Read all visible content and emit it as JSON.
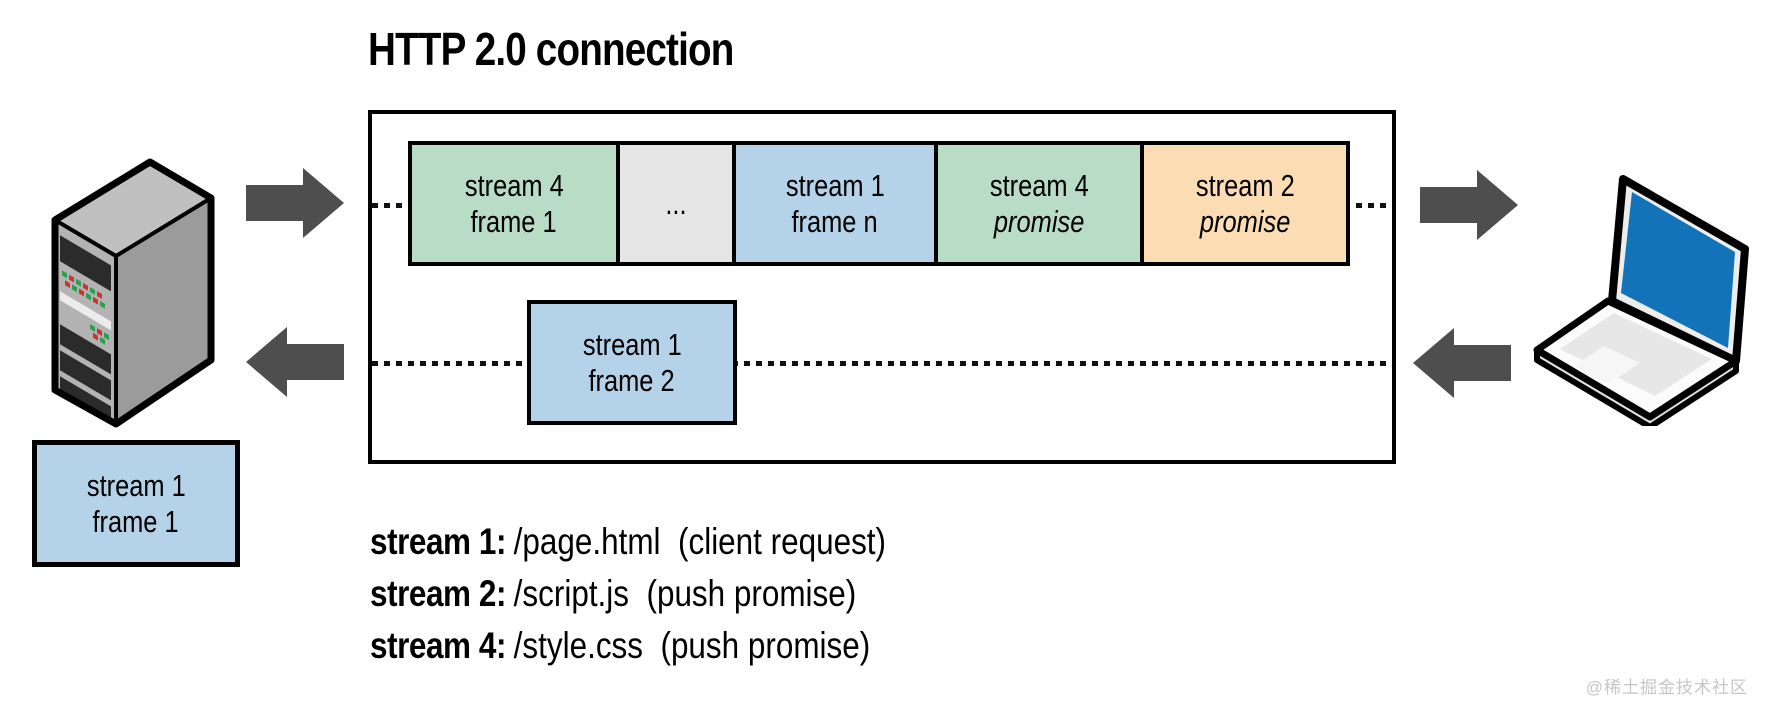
{
  "title": "HTTP 2.0 connection",
  "colors": {
    "frame_green": "#b9dcc6",
    "frame_blue": "#b5d3e8",
    "frame_orange": "#fcdcb2",
    "ellipsis_gray": "#e6e6e6",
    "arrow_gray": "#4e4e4e",
    "laptop_screen_blue": "#1273b8",
    "border_black": "#000000"
  },
  "connection": {
    "top_frames": [
      {
        "line1": "stream 4",
        "line2": "frame 1"
      },
      {
        "line1": "...",
        "line2": ""
      },
      {
        "line1": "stream 1",
        "line2": "frame n"
      },
      {
        "line1": "stream 4",
        "line2": "promise"
      },
      {
        "line1": "stream 2",
        "line2": "promise"
      }
    ],
    "bottom_frame": {
      "line1": "stream 1",
      "line2": "frame 2"
    }
  },
  "server_frame": {
    "line1": "stream 1",
    "line2": "frame 1"
  },
  "legend": [
    {
      "label": "stream 1:",
      "detail": "/page.html  (client request)"
    },
    {
      "label": "stream 2:",
      "detail": "/script.js  (push promise)"
    },
    {
      "label": "stream 4:",
      "detail": "/style.css  (push promise)"
    }
  ],
  "watermark": "@稀土掘金技术社区"
}
